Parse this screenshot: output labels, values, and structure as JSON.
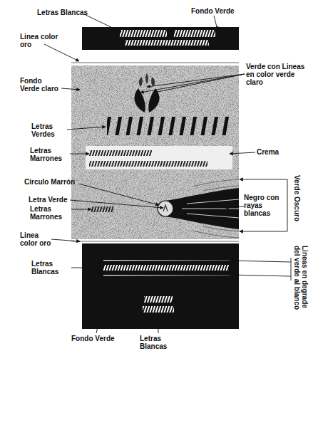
{
  "diagram": {
    "labels": [
      "Letras Blancas",
      "Fondo Verde",
      "Linea color oro",
      "Fondo Verde claro",
      "Verde con Lineas en color verde claro",
      "Letras Verdes",
      "Crema",
      "Letras Marrones",
      "Circulo Marrón",
      "Letra Verde",
      "Letras Marrones",
      "Verde Oscuro",
      "Negro con rayas blancas",
      "Linea color oro",
      "Letras Blancas",
      "Lineas en degrade del verde al blanco",
      "Fondo Verde",
      "Letras Blancas"
    ]
  }
}
